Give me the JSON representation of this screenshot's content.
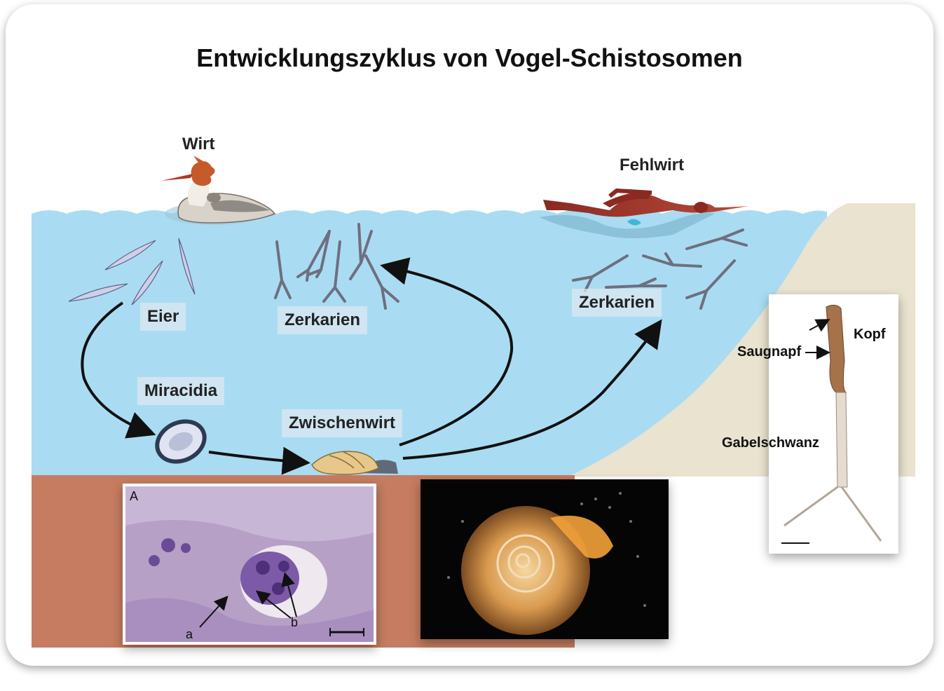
{
  "title": "Entwicklungszyklus von Vogel-Schistosomen",
  "labels": {
    "host": "Wirt",
    "false_host": "Fehlwirt",
    "eggs": "Eier",
    "cercariae_left": "Zerkarien",
    "cercariae_right": "Zerkarien",
    "miracidia": "Miracidia",
    "intermediate_host": "Zwischenwirt"
  },
  "histology": {
    "panel_letter": "A",
    "label_a": "a",
    "label_b": "b"
  },
  "cercaria_photo": {
    "head": "Kopf",
    "sucker": "Saugnapf",
    "tail": "Gabelschwanz"
  },
  "colors": {
    "water": "#a9dcf2",
    "sediment": "#c57c60",
    "shore": "#e9e3cf"
  }
}
